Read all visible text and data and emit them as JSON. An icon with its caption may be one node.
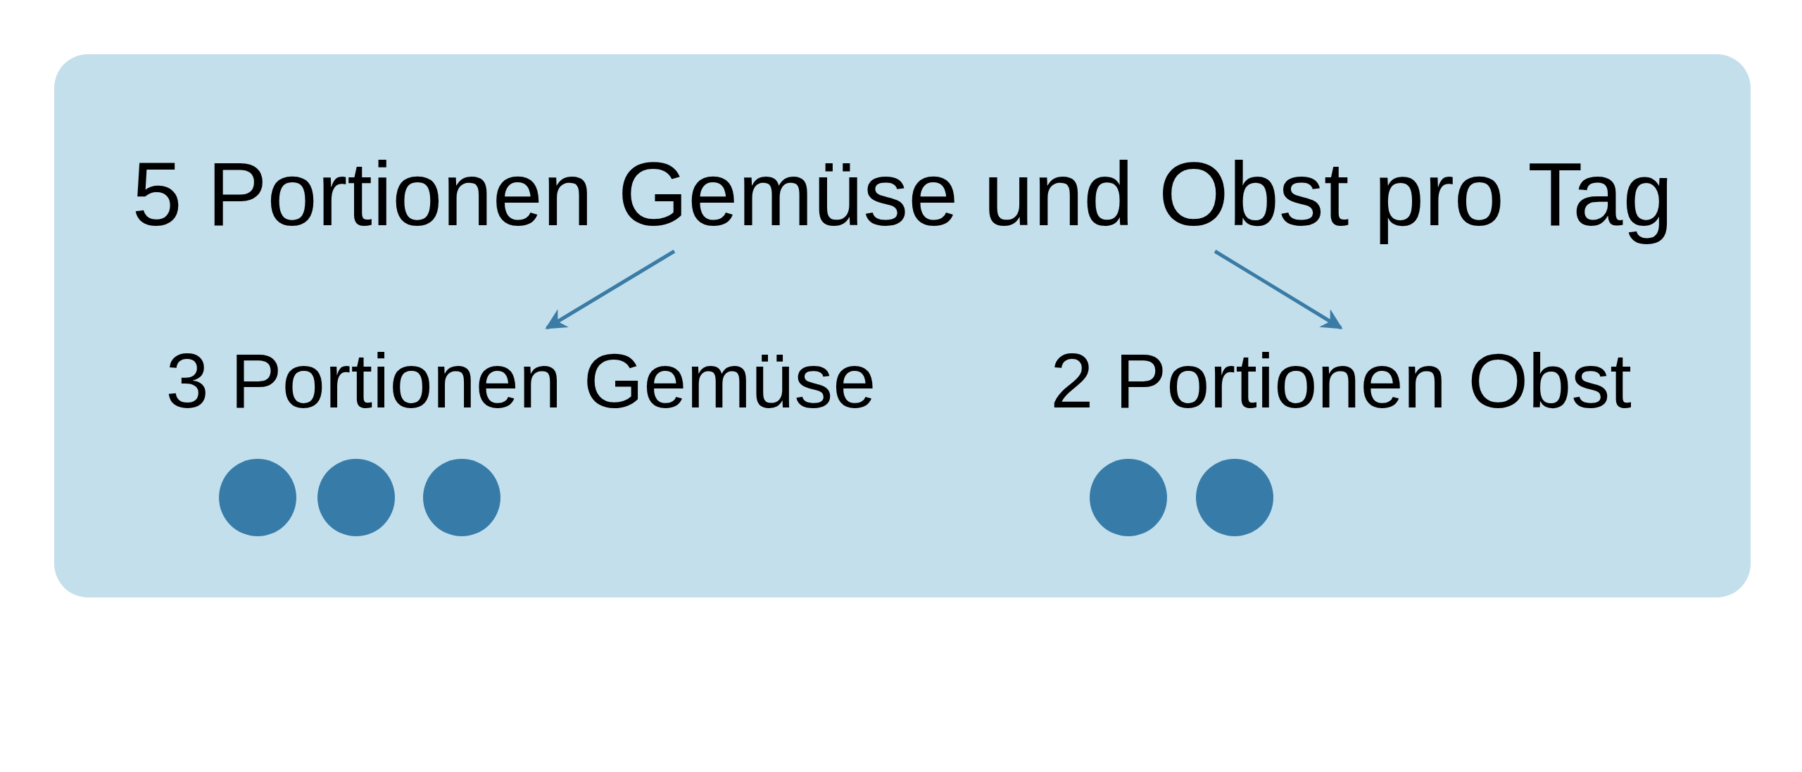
{
  "diagram": {
    "nodes": [
      {
        "text": [],
        "shape": "box"
      },
      {
        "text": [
          "5 Portionen Gemüse und Obst pro Tag"
        ],
        "in": 0
      },
      {
        "text": [
          "3 Portionen Gemüse"
        ],
        "in": 0
      },
      {
        "text": [
          "2 Portionen Obst"
        ],
        "in": 0
      },
      {
        "text": [],
        "shape": "circle",
        "in": 0
      },
      {
        "text": [],
        "shape": "circle",
        "in": 0
      },
      {
        "text": [],
        "shape": "circle",
        "in": 0
      },
      {
        "text": [],
        "shape": "circle",
        "in": 0
      },
      {
        "text": [],
        "shape": "circle",
        "in": 0
      }
    ],
    "edges": [
      {
        "from": 1,
        "to": 2,
        "arrow": "to"
      },
      {
        "from": 1,
        "to": 3,
        "arrow": "to"
      }
    ]
  }
}
